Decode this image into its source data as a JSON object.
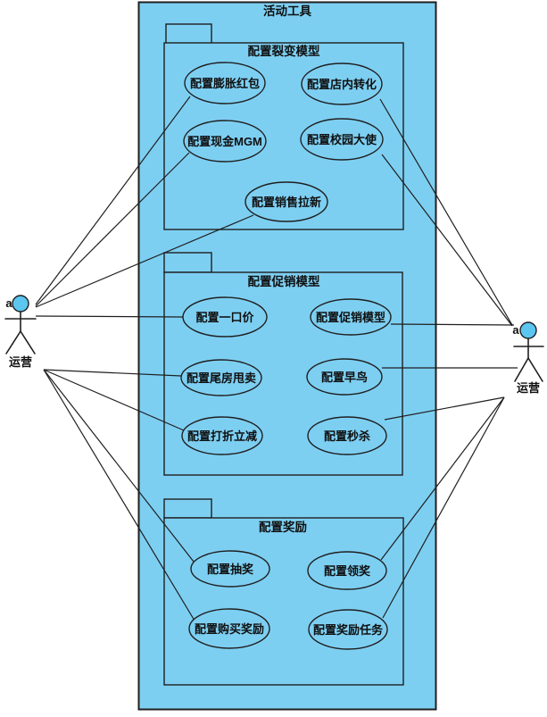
{
  "system_title": "活动工具",
  "packages": [
    {
      "title": "配置裂变模型",
      "use_cases": [
        "配置膨胀红包",
        "配置店内转化",
        "配置现金MGM",
        "配置校园大使",
        "配置销售拉新"
      ]
    },
    {
      "title": "配置促销模型",
      "use_cases": [
        "配置一口价",
        "配置促销模型",
        "配置尾房甩卖",
        "配置早鸟",
        "配置打折立减",
        "配置秒杀"
      ]
    },
    {
      "title": "配置奖励",
      "use_cases": [
        "配置抽奖",
        "配置领奖",
        "配置购买奖励",
        "配置奖励任务"
      ]
    }
  ],
  "actors": {
    "left": {
      "stereotype": "a",
      "label": "运营"
    },
    "right": {
      "stereotype": "a",
      "label": "运营"
    }
  },
  "associations": [
    {
      "actor": "left-operator",
      "use_case": "配置膨胀红包"
    },
    {
      "actor": "left-operator",
      "use_case": "配置现金MGM"
    },
    {
      "actor": "left-operator",
      "use_case": "配置销售拉新"
    },
    {
      "actor": "left-operator",
      "use_case": "配置一口价"
    },
    {
      "actor": "left-operator",
      "use_case": "配置尾房甩卖"
    },
    {
      "actor": "left-operator",
      "use_case": "配置打折立减"
    },
    {
      "actor": "left-operator",
      "use_case": "配置抽奖"
    },
    {
      "actor": "left-operator",
      "use_case": "配置购买奖励"
    },
    {
      "actor": "right-operator",
      "use_case": "配置店内转化"
    },
    {
      "actor": "right-operator",
      "use_case": "配置校园大使"
    },
    {
      "actor": "right-operator",
      "use_case": "配置促销模型"
    },
    {
      "actor": "right-operator",
      "use_case": "配置早鸟"
    },
    {
      "actor": "right-operator",
      "use_case": "配置秒杀"
    },
    {
      "actor": "right-operator",
      "use_case": "配置领奖"
    },
    {
      "actor": "right-operator",
      "use_case": "配置奖励任务"
    }
  ],
  "colors": {
    "shape_fill": "#7dcff2",
    "actor_head_fill": "#5cc6f0",
    "stroke": "#1f1f1f",
    "canvas_bg": "#ffffff",
    "text_color": "#101010"
  }
}
